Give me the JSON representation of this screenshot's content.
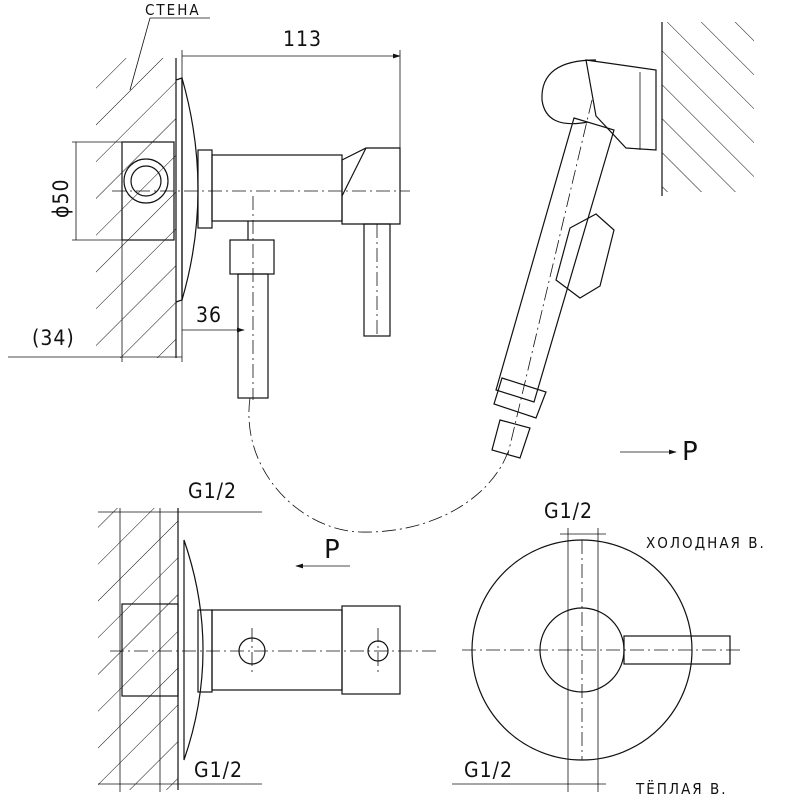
{
  "labels": {
    "wall": "СТЕНА",
    "width_113": "113",
    "diameter_50": "ϕ50",
    "offset_34": "(34)",
    "offset_36": "36",
    "thread_top": "G1/2",
    "thread_bottom_left": "G1/2",
    "thread_round_top": "G1/2",
    "thread_round_bottom": "G1/2",
    "cold_water": "ХОЛОДНАЯ В.",
    "warm_water": "ТЁПЛАЯ В.",
    "view_p_top": "P",
    "view_p_bottom": "P"
  }
}
